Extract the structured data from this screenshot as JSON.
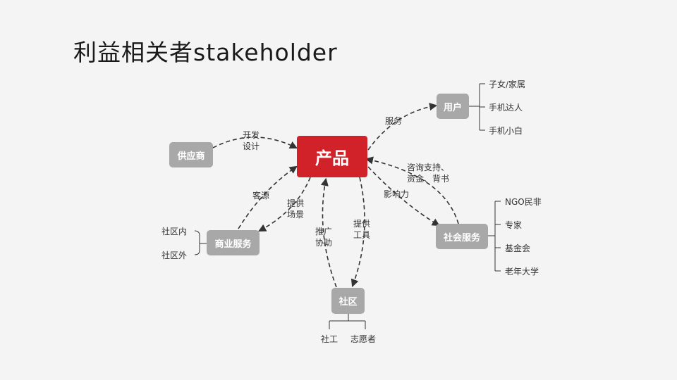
{
  "title": "利益相关者stakeholder",
  "nodes": {
    "center": "产品",
    "supplier": "供应商",
    "user": "用户",
    "commercial": "商业服务",
    "social": "社会服务",
    "community": "社区"
  },
  "edge_labels": {
    "supplier_dev": [
      "开发",
      "设计"
    ],
    "user_service": "服务",
    "customers": "客源",
    "provide_scene": [
      "提供",
      "场景"
    ],
    "promote": [
      "推广",
      "协助"
    ],
    "provide_tools": [
      "提供",
      "工具"
    ],
    "consult": [
      "咨询支持、",
      "资金、背书"
    ],
    "influence": "影响力"
  },
  "leaves": {
    "user": [
      "子女/家属",
      "手机达人",
      "手机小白"
    ],
    "commercial": [
      "社区内",
      "社区外"
    ],
    "social": [
      "NGO民非",
      "专家",
      "基金会",
      "老年大学"
    ],
    "community": [
      "社工",
      "志愿者"
    ]
  },
  "colors": {
    "accent": "#d1222a",
    "node": "#a8a8a8",
    "edge": "#333333"
  }
}
